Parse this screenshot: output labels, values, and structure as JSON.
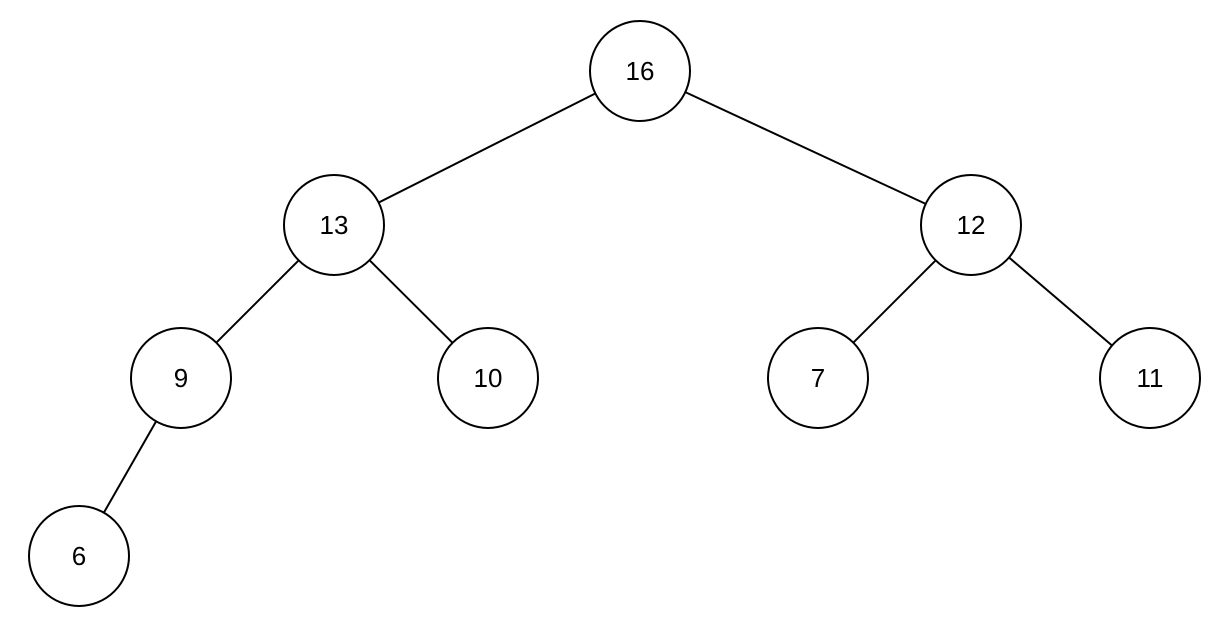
{
  "tree": {
    "nodes": [
      {
        "id": "n16",
        "label": "16"
      },
      {
        "id": "n13",
        "label": "13"
      },
      {
        "id": "n12",
        "label": "12"
      },
      {
        "id": "n9",
        "label": "9"
      },
      {
        "id": "n10",
        "label": "10"
      },
      {
        "id": "n7",
        "label": "7"
      },
      {
        "id": "n11",
        "label": "11"
      },
      {
        "id": "n6",
        "label": "6"
      }
    ],
    "edges": [
      {
        "from": "n16",
        "to": "n13"
      },
      {
        "from": "n16",
        "to": "n12"
      },
      {
        "from": "n13",
        "to": "n9"
      },
      {
        "from": "n13",
        "to": "n10"
      },
      {
        "from": "n12",
        "to": "n7"
      },
      {
        "from": "n12",
        "to": "n11"
      },
      {
        "from": "n9",
        "to": "n6"
      }
    ]
  }
}
